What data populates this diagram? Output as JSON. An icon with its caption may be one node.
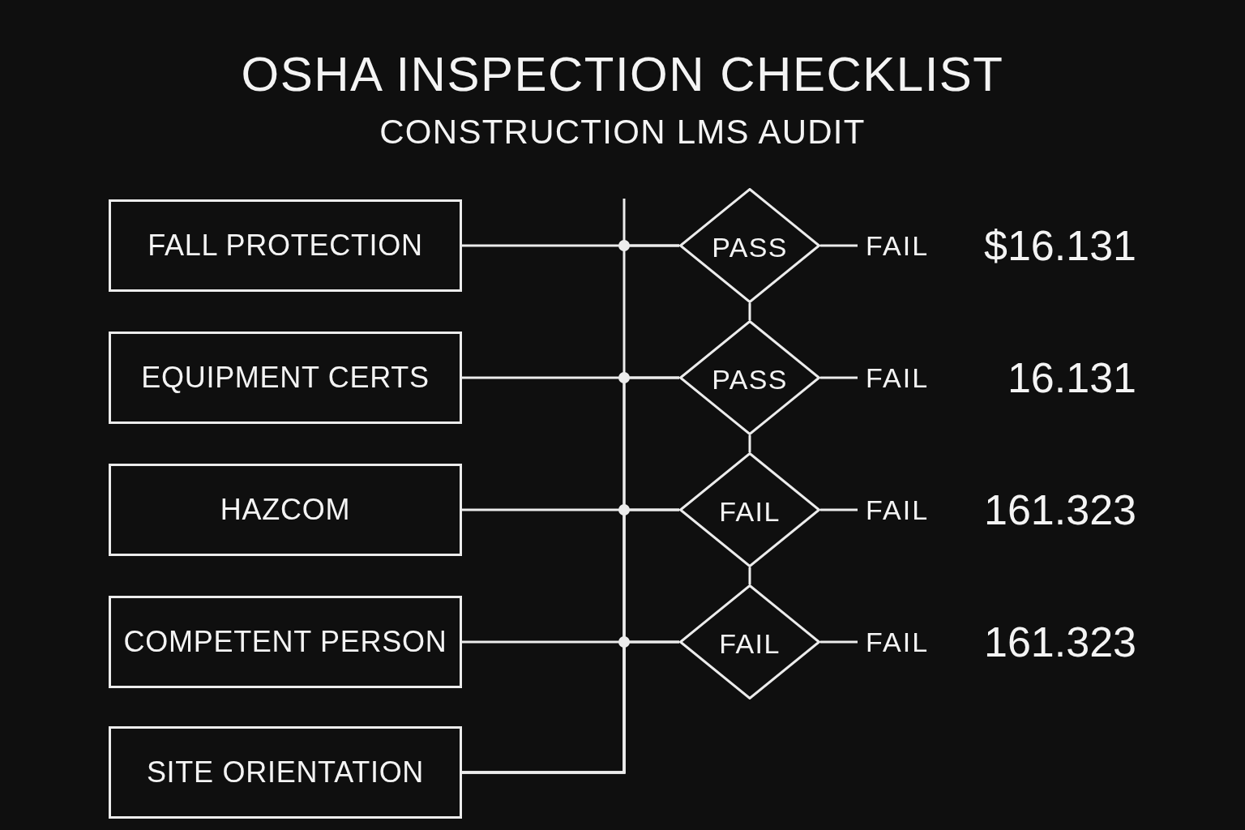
{
  "diagram": {
    "title": "OSHA INSPECTION CHECKLIST",
    "nodes": [
      {
        "text": [
          "FALL PROTECTION"
        ]
      },
      {
        "text": [
          "EQUIPMENT CERTS"
        ]
      },
      {
        "text": [
          "HAZCOM"
        ]
      },
      {
        "text": [
          "COMPETENT PERSON"
        ]
      },
      {
        "text": [
          "SITE ORIENTATION"
        ]
      },
      {
        "text": [
          "PASS"
        ]
      },
      {
        "text": [
          "PASS"
        ]
      },
      {
        "text": [
          "FAIL"
        ]
      },
      {
        "text": [
          "FAIL"
        ]
      },
      {
        "text": [
          "FAIL"
        ],
        "beside": [
          "$16.131"
        ]
      },
      {
        "text": [
          "FAIL"
        ],
        "beside": [
          "16.131"
        ]
      },
      {
        "text": [
          "FAIL"
        ],
        "beside": [
          "161.323"
        ]
      },
      {
        "text": [
          "FAIL"
        ],
        "beside": [
          "161.323"
        ]
      }
    ],
    "edges": [
      {
        "from": 0,
        "to": 5,
        "arrow": "none"
      },
      {
        "from": 1,
        "to": 6,
        "arrow": "none"
      },
      {
        "from": 2,
        "to": 7,
        "arrow": "none"
      },
      {
        "from": 3,
        "to": 8,
        "arrow": "none"
      },
      {
        "from": 4,
        "to": 5,
        "arrow": "none"
      },
      {
        "from": 4,
        "to": 6,
        "arrow": "none"
      },
      {
        "from": 4,
        "to": 7,
        "arrow": "none"
      },
      {
        "from": 4,
        "to": 8,
        "arrow": "none"
      },
      {
        "from": 5,
        "to": 6,
        "arrow": "none"
      },
      {
        "from": 6,
        "to": 7,
        "arrow": "none"
      },
      {
        "from": 7,
        "to": 8,
        "arrow": "none"
      },
      {
        "from": 5,
        "to": 9,
        "arrow": "none"
      },
      {
        "from": 6,
        "to": 10,
        "arrow": "none"
      },
      {
        "from": 7,
        "to": 11,
        "arrow": "none"
      },
      {
        "from": 8,
        "to": 12,
        "arrow": "none"
      }
    ],
    "labels": [
      "CONSTRUCTION LMS AUDIT"
    ]
  }
}
